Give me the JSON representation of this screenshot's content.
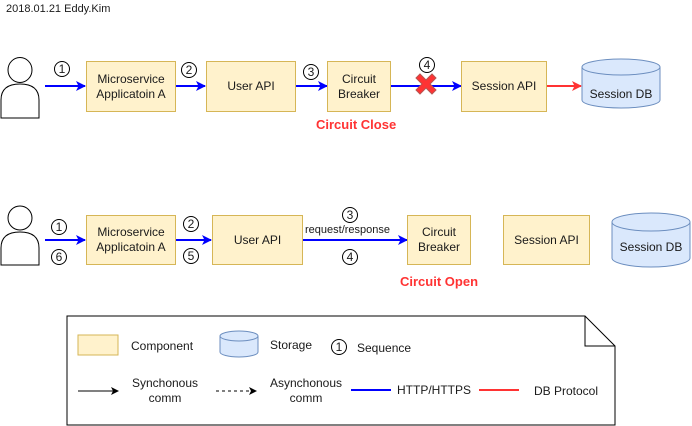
{
  "header": {
    "author_date": "2018.01.21 Eddy.Kim"
  },
  "colors": {
    "component_fill": "#fff2cc",
    "component_stroke": "#d6b656",
    "storage_fill": "#dae8fc",
    "storage_stroke": "#6c8ebf",
    "http_line": "#0000ff",
    "db_line": "#ff3333",
    "status_label": "#ff3333"
  },
  "scenario_close": {
    "actor": "user-icon",
    "components": {
      "microservice": "Microservice\nApplicatoin A",
      "user_api": "User API",
      "circuit_breaker": "Circuit\nBreaker",
      "session_api": "Session API"
    },
    "storage": {
      "session_db": "Session DB"
    },
    "sequence": [
      "1",
      "2",
      "3",
      "4"
    ],
    "failure_marker": "x-icon",
    "status": "Circuit Close"
  },
  "scenario_open": {
    "actor": "user-icon",
    "components": {
      "microservice": "Microservice\nApplicatoin A",
      "user_api": "User API",
      "circuit_breaker": "Circuit\nBreaker",
      "session_api": "Session API"
    },
    "storage": {
      "session_db": "Session DB"
    },
    "sequence_top": [
      "1",
      "2",
      "3"
    ],
    "sequence_bottom": [
      "6",
      "5",
      "4"
    ],
    "edge_label": "request/response",
    "status": "Circuit Open"
  },
  "legend": {
    "component": "Component",
    "storage": "Storage",
    "sequence_sample": "1",
    "sequence": "Sequence",
    "sync": "Synchonous\ncomm",
    "async": "Asynchonous\ncomm",
    "http": "HTTP/HTTPS",
    "db": "DB Protocol"
  }
}
